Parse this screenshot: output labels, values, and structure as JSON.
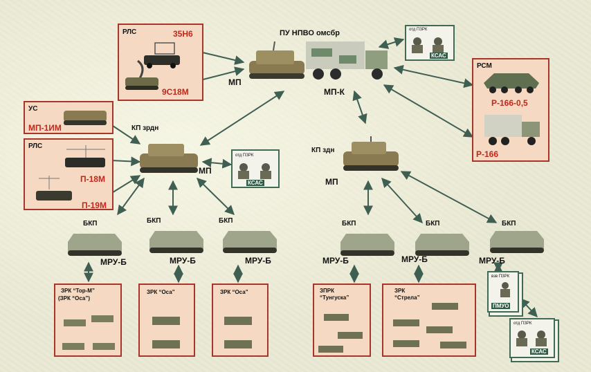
{
  "top": {
    "title": "ПУ НПВО омсбр",
    "mp_left": "МП",
    "mpk": "МП-К",
    "otd_top": "отд ПЗРК",
    "ksas_top": "КСАС"
  },
  "rls_top": {
    "title": "РЛС",
    "r1": "35Н6",
    "r2": "9С18М"
  },
  "rsm": {
    "title": "РСМ",
    "r1": "Р-166-0,5",
    "r2": "Р-166"
  },
  "us": {
    "title": "УС",
    "r1": "МП-1ИМ"
  },
  "rls_left": {
    "title": "РЛС",
    "r1": "П-18М",
    "r2": "П-19М"
  },
  "kp_zrdn": {
    "title": "КП зрдн",
    "mp": "МП",
    "otd": "отд ПЗРК",
    "ksas": "КСАС"
  },
  "kp_zdn": {
    "title": "КП здн",
    "mp": "МП"
  },
  "bkp": [
    "БКП",
    "БКП",
    "БКП",
    "БКП",
    "БКП",
    "БКП"
  ],
  "mru": [
    "МРУ-Б",
    "МРУ-Б",
    "МРУ-Б",
    "МРУ-Б",
    "МРУ-Б",
    "МРУ-Б"
  ],
  "units": {
    "tor_l1": "ЗРК “Тор-М”",
    "tor_l2": "(ЗРК “Оса”)",
    "osa1": "ЗРК “Оса”",
    "osa2": "ЗРК “Оса”",
    "tung_l1": "ЗПРК",
    "tung_l2": "“Тунгуска”",
    "strela_l1": "ЗРК",
    "strela_l2": "“Стрела”",
    "vzv": "взв ПЗРК",
    "pmuo": "ПМУО",
    "otd_bottom": "отд ПЗРК",
    "ksas_bottom": "КСАС"
  },
  "colors": {
    "red_border": "#a9352a",
    "red_text": "#c0281c",
    "green": "#3f6b54",
    "box_fill": "#f5d9c2"
  }
}
